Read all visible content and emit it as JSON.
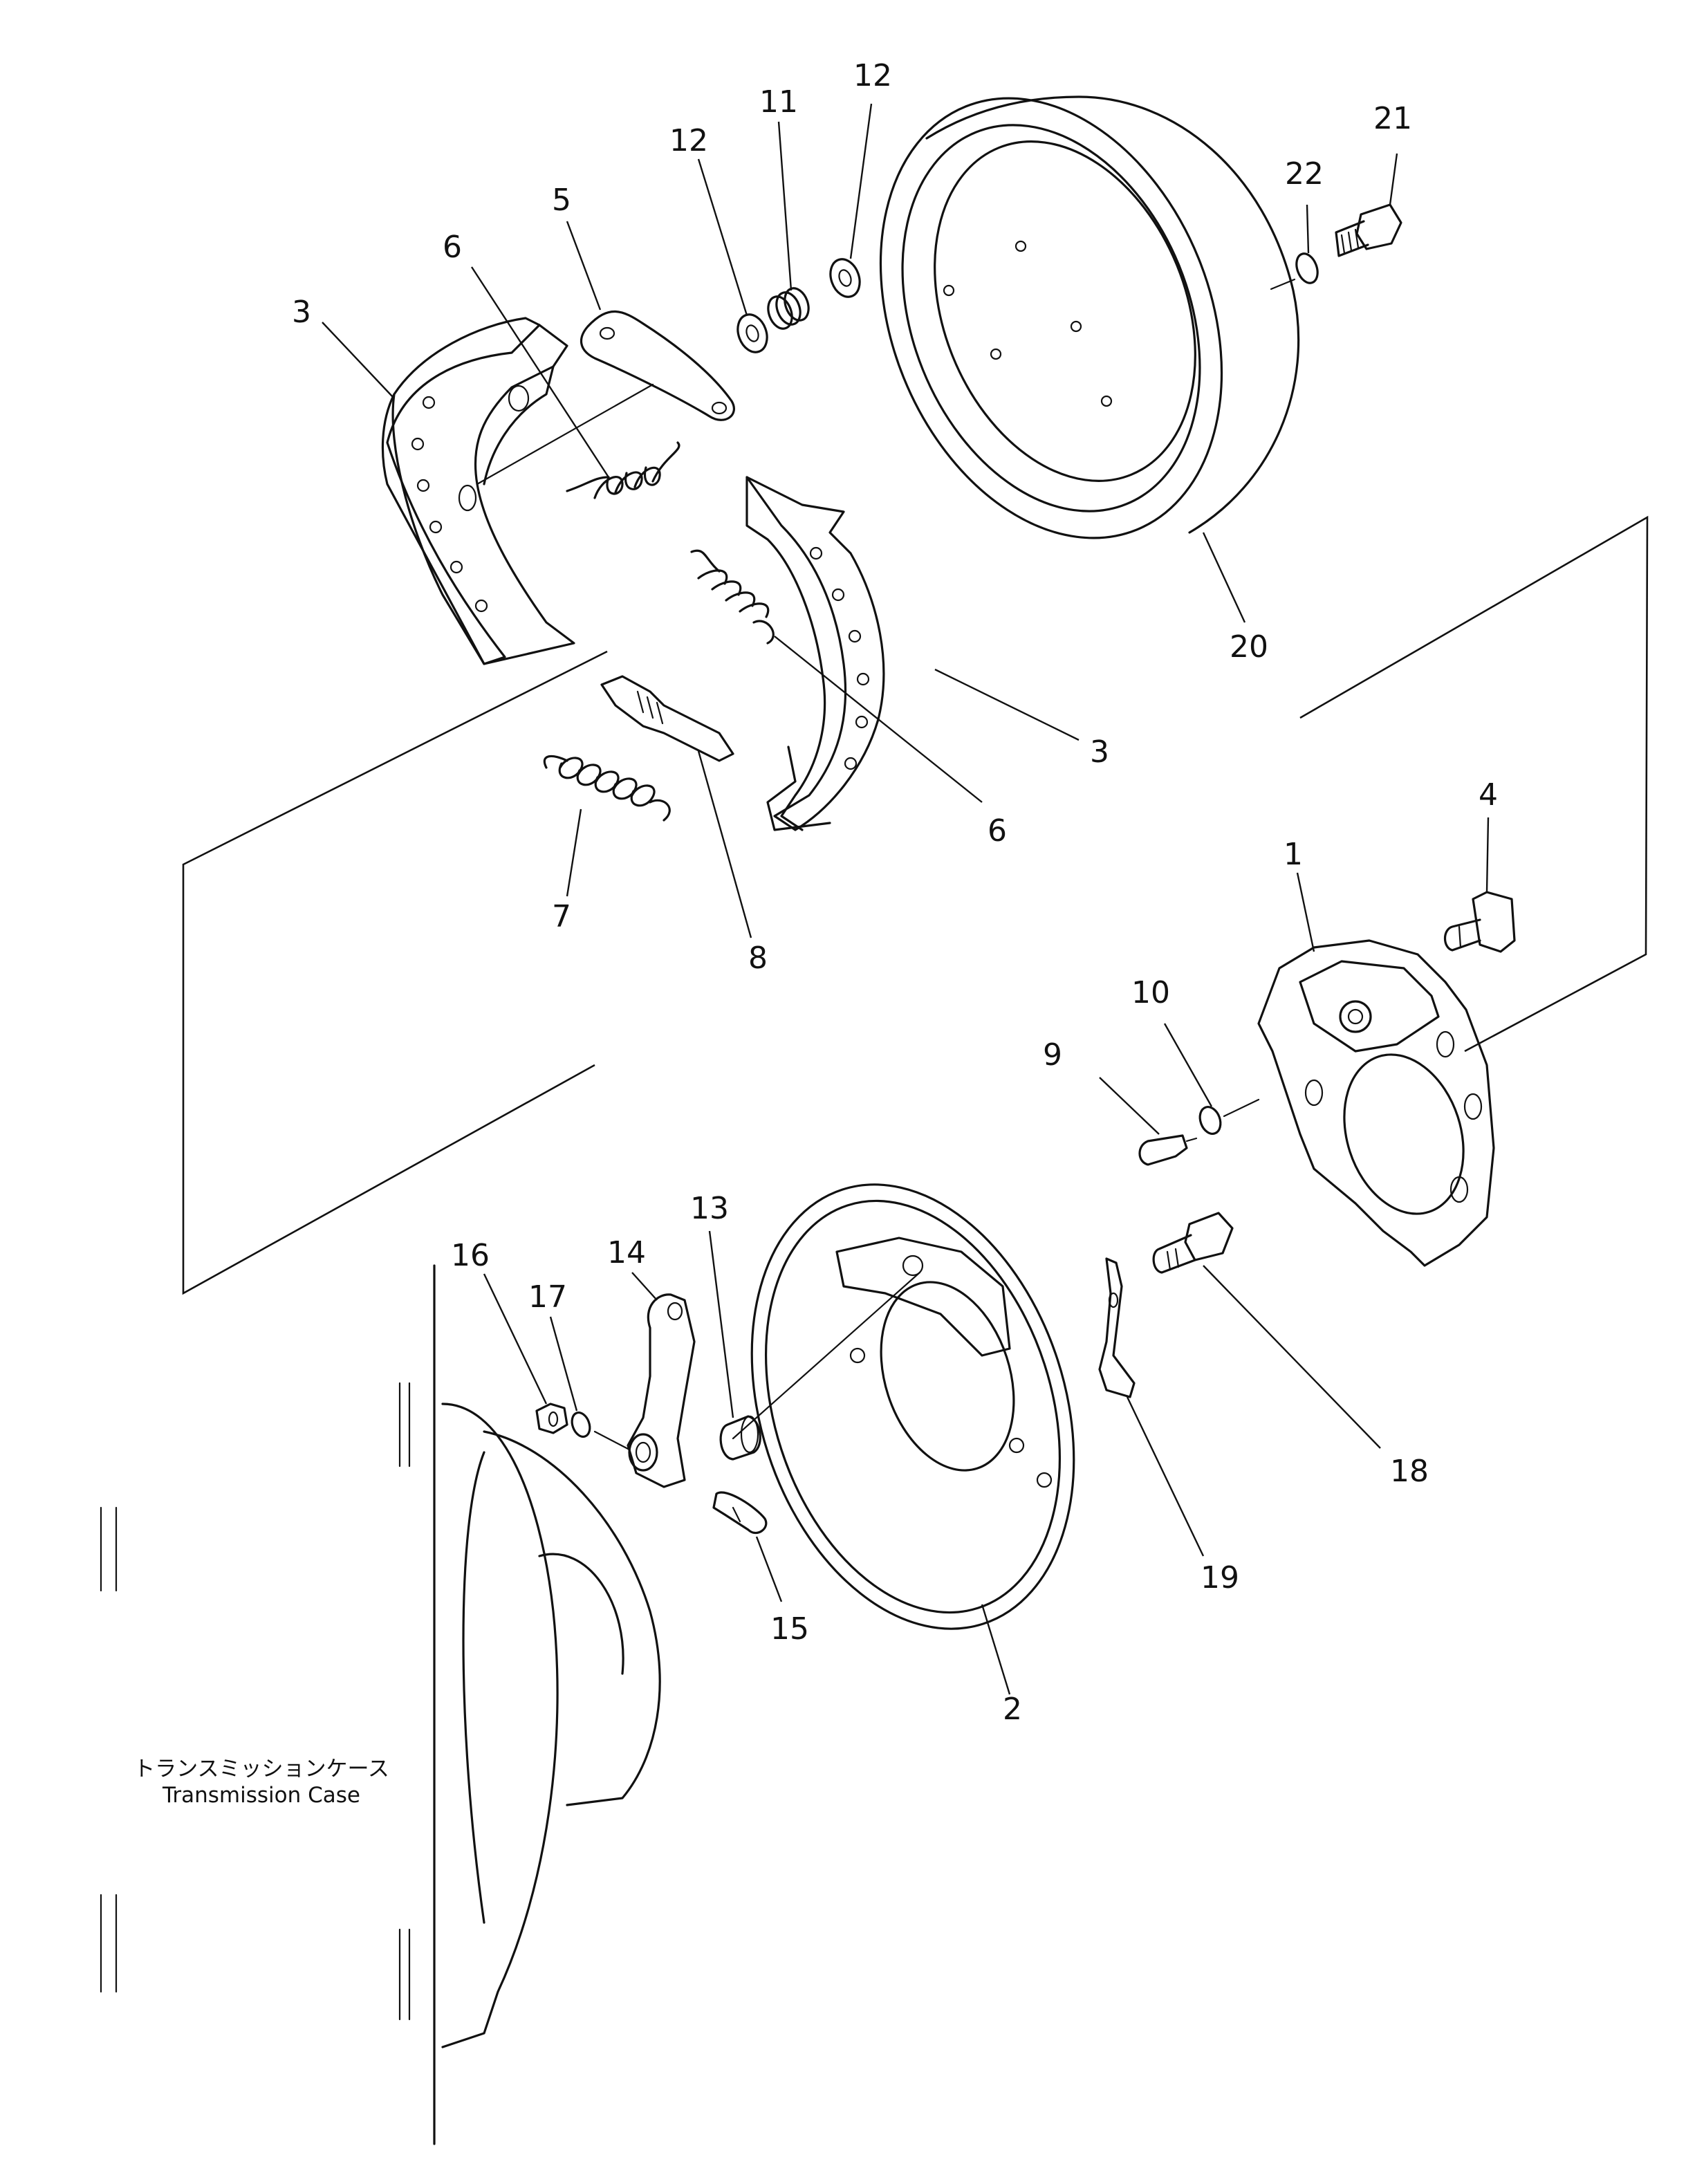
{
  "callouts": {
    "c1": "1",
    "c2": "2",
    "c3a": "3",
    "c3b": "3",
    "c4": "4",
    "c5": "5",
    "c6a": "6",
    "c6b": "6",
    "c7": "7",
    "c8": "8",
    "c9": "9",
    "c10": "10",
    "c11": "11",
    "c12a": "12",
    "c12b": "12",
    "c13": "13",
    "c14": "14",
    "c15": "15",
    "c16": "16",
    "c17": "17",
    "c18": "18",
    "c19": "19",
    "c20": "20",
    "c21": "21",
    "c22": "22"
  },
  "caption": {
    "jp": "トランスミッションケース",
    "en": "Transmission Case"
  }
}
